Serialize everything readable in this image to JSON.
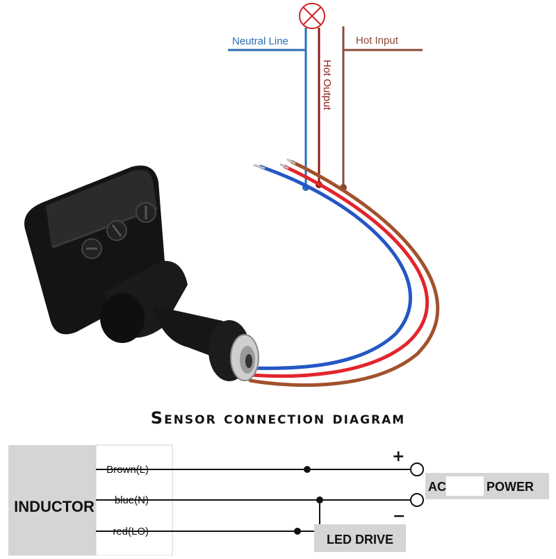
{
  "wiring_labels": {
    "neutral_line": "Neutral Line",
    "hot_input": "Hot Input",
    "hot_output": "Hot Output"
  },
  "diagram_title": "Sensor connection diagram",
  "schematic": {
    "inductor_label": "INDUCTOR",
    "wires": [
      {
        "label": "Brown(L)"
      },
      {
        "label": "blue(N)"
      },
      {
        "label": "red(LO)"
      }
    ],
    "plus_sign": "+",
    "minus_sign": "−",
    "ac_power": {
      "left": "AC",
      "right": "POWER"
    },
    "led_drive": "LED DRIVE"
  },
  "colors": {
    "neutral_blue": "#2a6cb5",
    "hot_output_red": "#8b1a1a",
    "hot_input_brown": "#8a4a35",
    "wire_blue": "#2457c5",
    "wire_red": "#e3252b",
    "wire_brown": "#a0522d",
    "body_black": "#141414",
    "box_gray": "#d5d5d5"
  }
}
